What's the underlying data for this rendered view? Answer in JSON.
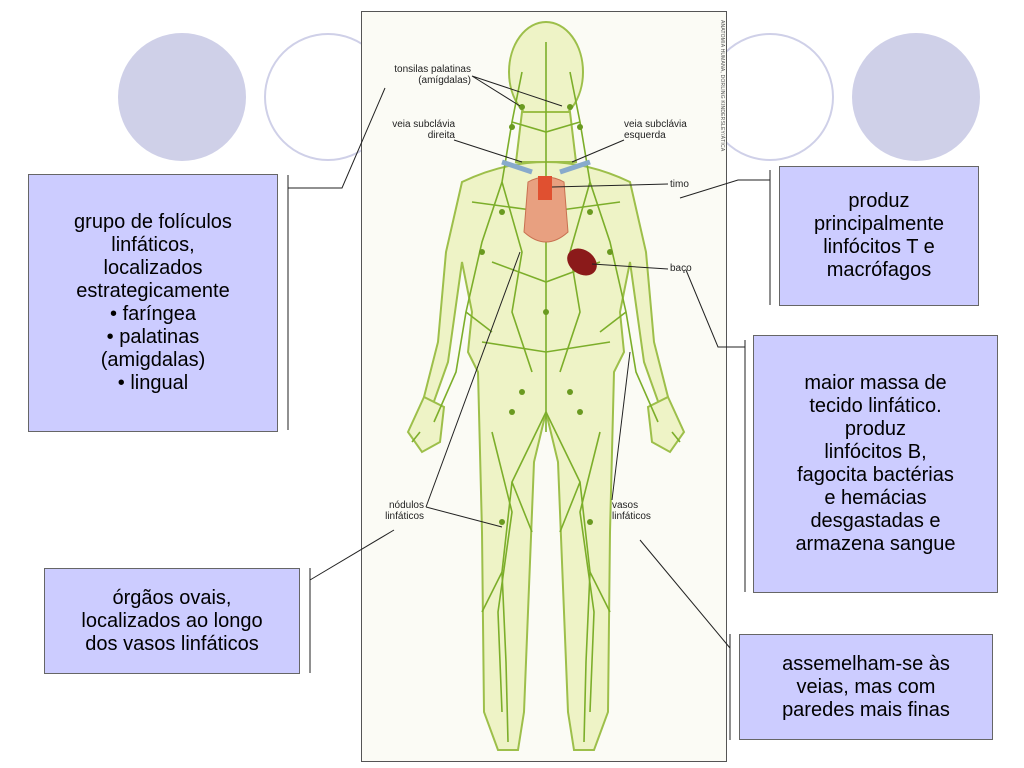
{
  "figure": {
    "labels": {
      "tonsilas": "tonsilas palatinas\n(amígdalas)",
      "veia_direita": "veia subclávia\ndireita",
      "veia_esquerda": "veia subclávia\nesquerda",
      "timo": "timo",
      "baco": "baço",
      "nodulos": "nódulos\nlinfáticos",
      "vasos": "vasos\nlinfáticos"
    },
    "credit": "ANATOMIA HUMANA, DORLING KINDERSLEY/ÁTICA",
    "colors": {
      "lymph": "#7cae2a",
      "body_fill": "#eef3c6",
      "body_outline": "#9dbf4a",
      "spleen": "#8b1a1a",
      "heart": "#e8a080"
    }
  },
  "boxes": {
    "tonsils": "grupo de folículos\nlinfáticos,\nlocalizados\nestrategicamente\n• faríngea\n• palatinas\n(amigdalas)\n• lingual",
    "thymus": "produz\nprincipalmente\nlinfócitos T e\nmacrófagos",
    "spleen": "maior massa de\ntecido linfático.\nproduz\nlinfócitos B,\nfagocita bactérias\ne hemácias\ndesgastadas e\narmazena sangue",
    "nodules": "órgãos ovais,\nlocalizados ao longo\ndos vasos linfáticos",
    "vessels": "assemelham-se às\nveias, mas com\nparedes mais finas"
  },
  "theme": {
    "box_fill": "#ccccff",
    "deco_circle": "#cfd0e8"
  }
}
